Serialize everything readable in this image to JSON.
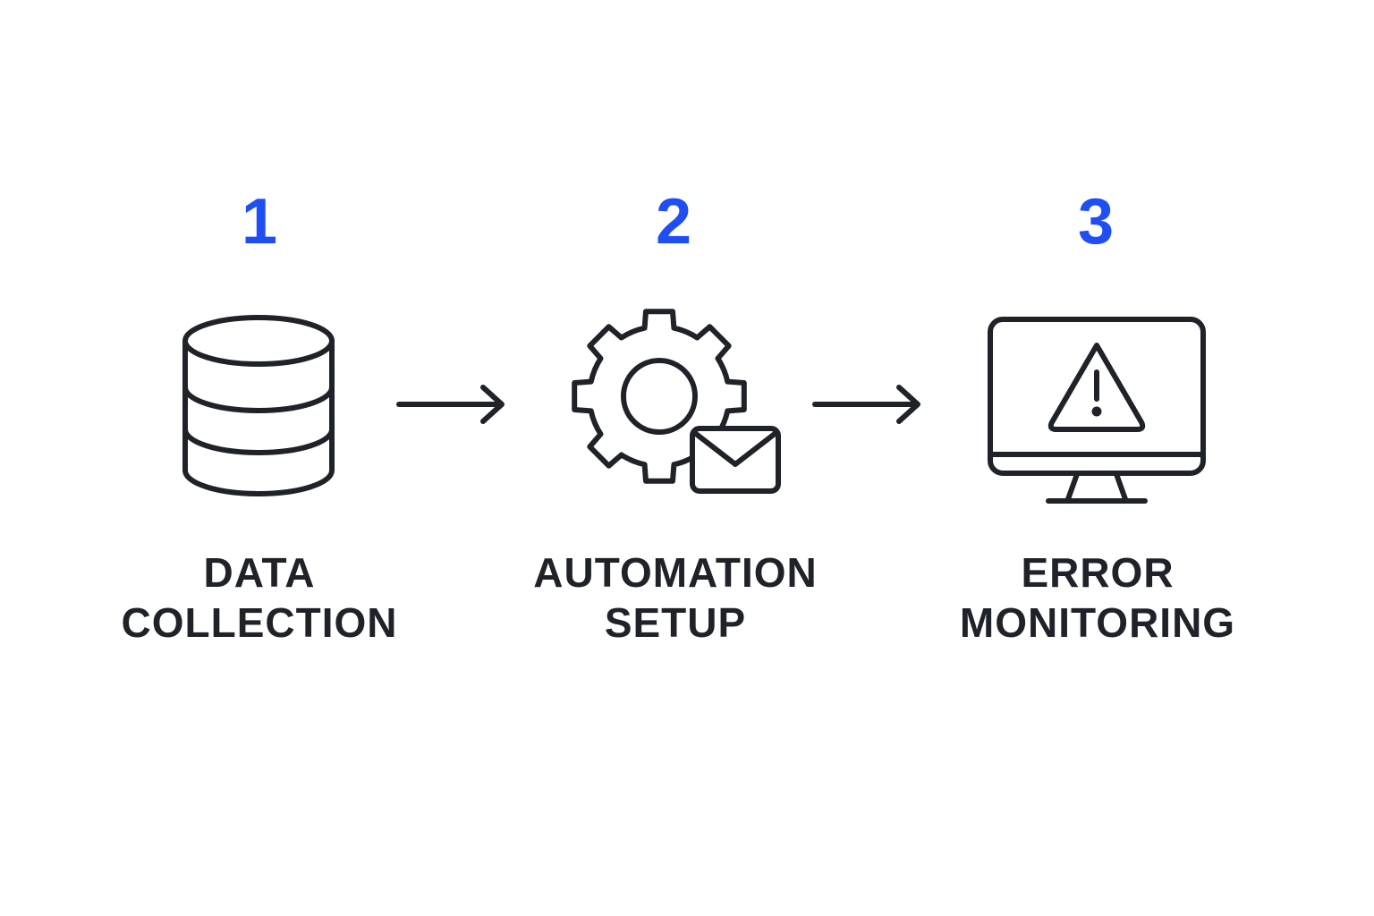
{
  "colors": {
    "accent": "#1f4ef5",
    "stroke": "#1f2329",
    "text": "#1f2329",
    "background": "#ffffff"
  },
  "steps": [
    {
      "number": "1",
      "icon": "database-icon",
      "label_line1": "DATA",
      "label_line2": "COLLECTION"
    },
    {
      "number": "2",
      "icon": "gear-with-envelope-icon",
      "label_line1": "AUTOMATION",
      "label_line2": "SETUP"
    },
    {
      "number": "3",
      "icon": "monitor-warning-icon",
      "label_line1": "ERROR",
      "label_line2": "MONITORING"
    }
  ],
  "connectors": [
    "arrow-right-icon",
    "arrow-right-icon"
  ]
}
